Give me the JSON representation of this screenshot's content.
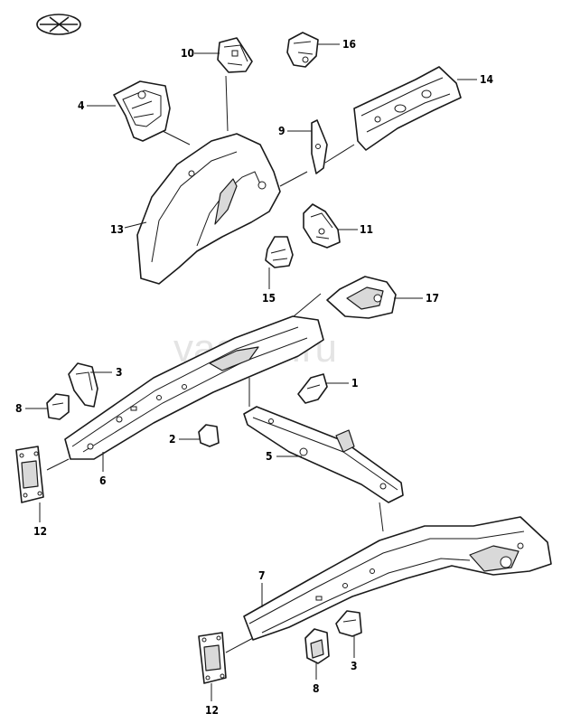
{
  "watermark": "vagtec.ru",
  "callouts": {
    "c1": "1",
    "c2": "2",
    "c3a": "3",
    "c3b": "3",
    "c4": "4",
    "c5": "5",
    "c6": "6",
    "c7": "7",
    "c8a": "8",
    "c8b": "8",
    "c9": "9",
    "c10": "10",
    "c11": "11",
    "c12a": "12",
    "c12b": "12",
    "c13": "13",
    "c14": "14",
    "c15": "15",
    "c16": "16",
    "c17": "17"
  },
  "icons": {
    "brand": "brand-logo-icon"
  }
}
